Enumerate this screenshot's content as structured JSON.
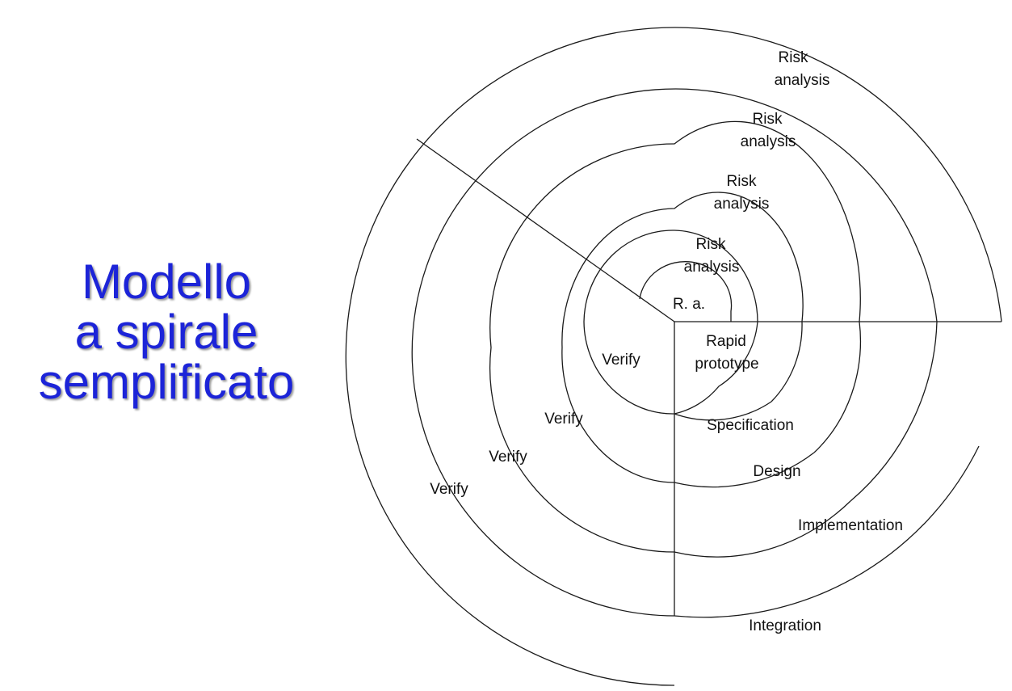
{
  "title": {
    "line1": "Modello",
    "line2": "a spirale",
    "line3": "semplificato"
  },
  "diagram": {
    "labels": {
      "risk": "Risk",
      "analysis": "analysis",
      "ra": "R. a.",
      "rapid": "Rapid",
      "prototype": "prototype",
      "verify": "Verify",
      "specification": "Specification",
      "design": "Design",
      "implementation": "Implementation",
      "integration": "Integration"
    }
  },
  "colors": {
    "title": "#1c24d8",
    "lines": "#1a1a1a"
  }
}
